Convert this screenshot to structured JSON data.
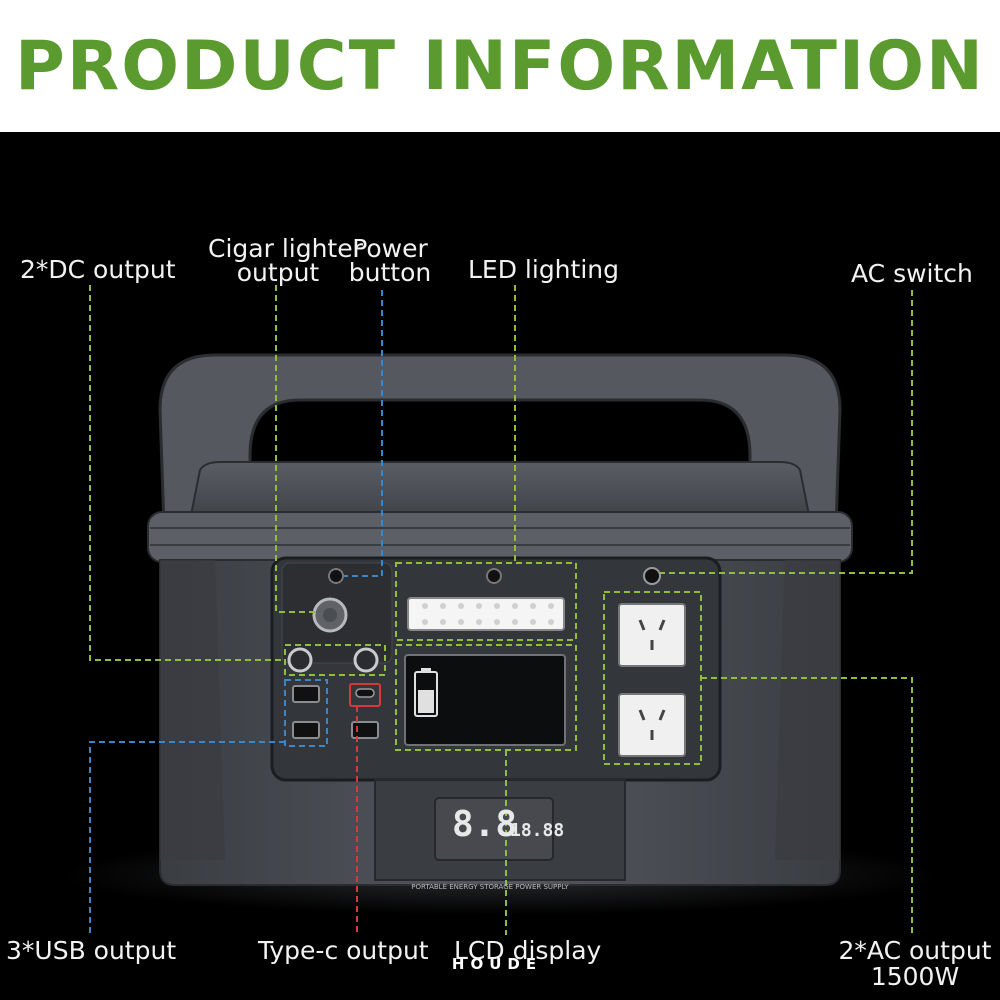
{
  "header": {
    "title": "PRODUCT INFORMATION"
  },
  "labels": {
    "dc_output": "2*DC output",
    "cigar_lighter_line1": "Cigar lighter",
    "cigar_lighter_line2": "output",
    "power_button_line1": "Power",
    "power_button_line2": "button",
    "led_lighting": "LED lighting",
    "ac_switch": "AC switch",
    "usb_output": "3*USB output",
    "typec_output": "Type-c output",
    "lcd_display": "LCD display",
    "ac_output_line1": "2*AC output",
    "ac_output_line2": "1500W"
  },
  "device": {
    "brand": "HOUDE",
    "panel_caption": "PORTABLE ENERGY STORAGE POWER SUPPLY",
    "lcd_main": "8.8",
    "lcd_secondary": "18.88"
  },
  "colors": {
    "title_green": "#5a9a2f",
    "dash_green": "#8fbf3a",
    "dash_blue": "#3a86c8",
    "dash_red": "#d8383a",
    "body_gray": "#4a4d52"
  }
}
